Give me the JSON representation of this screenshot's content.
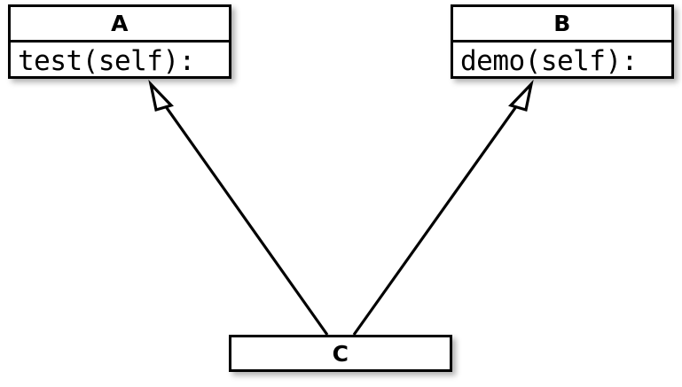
{
  "diagram": {
    "kind": "uml-class-diagram",
    "background_color": "#ffffff",
    "line_color": "#000000",
    "classes": [
      {
        "id": "a",
        "name": "A",
        "members": "test(self):",
        "has_member_compartment": true
      },
      {
        "id": "b",
        "name": "B",
        "members": "demo(self):",
        "has_member_compartment": true
      },
      {
        "id": "c",
        "name": "C",
        "members": "",
        "has_member_compartment": false
      }
    ],
    "relations": [
      {
        "id": "c-to-a",
        "type": "generalization",
        "from": "C",
        "to": "A",
        "arrowhead": "hollow-triangle"
      },
      {
        "id": "c-to-b",
        "type": "generalization",
        "from": "C",
        "to": "B",
        "arrowhead": "hollow-triangle"
      }
    ]
  }
}
